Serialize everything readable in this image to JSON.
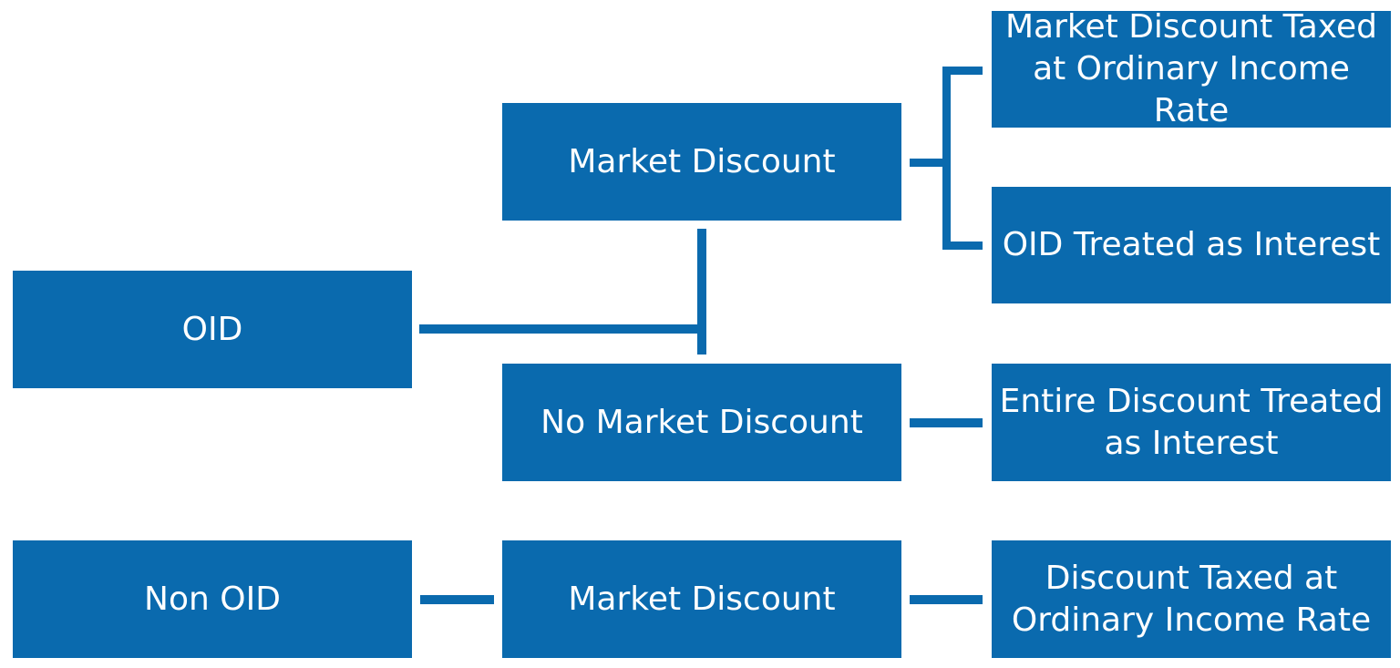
{
  "colors": {
    "box": "#0a6aae",
    "text": "#ffffff",
    "background": "#ffffff"
  },
  "nodes": {
    "oid": "OID",
    "non_oid": "Non OID",
    "market_discount_top": "Market Discount",
    "no_market_discount": "No Market Discount",
    "market_discount_bottom": "Market Discount",
    "result_1": [
      "Market Discount Taxed",
      "at Ordinary Income Rate"
    ],
    "result_2": "OID Treated as Interest",
    "result_3": [
      "Entire Discount Treated",
      "as Interest"
    ],
    "result_4": [
      "Discount Taxed at",
      "Ordinary Income Rate"
    ]
  }
}
